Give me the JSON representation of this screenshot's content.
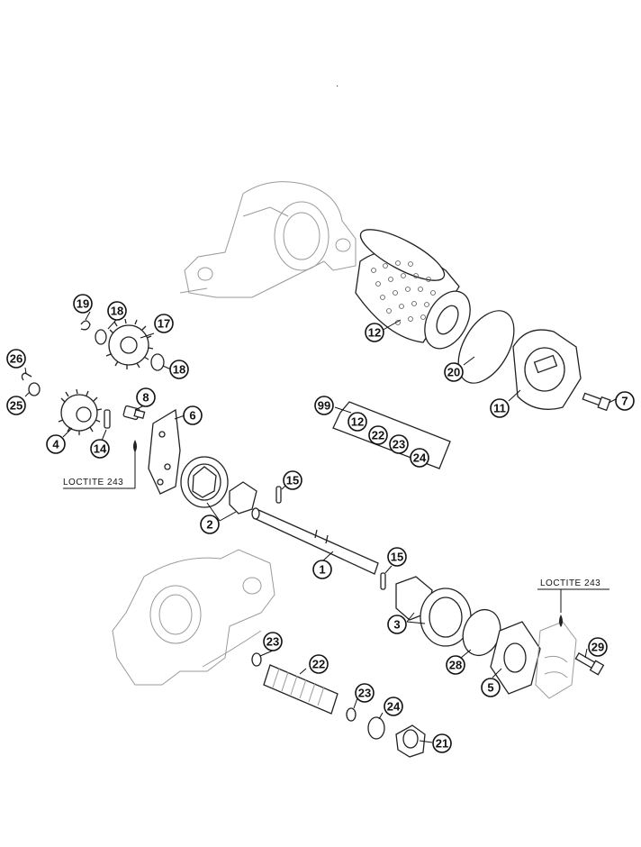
{
  "diagram": {
    "callouts": [
      "1",
      "2",
      "3",
      "4",
      "5",
      "6",
      "7",
      "8",
      "11",
      "12",
      "14",
      "15",
      "15",
      "17",
      "18",
      "18",
      "19",
      "20",
      "21",
      "22",
      "22",
      "23",
      "23",
      "23",
      "24",
      "24",
      "25",
      "26",
      "28",
      "29",
      "99",
      "12"
    ],
    "notes": [
      "LOCTITE 243",
      "LOCTITE 243"
    ],
    "stray_mark": "·"
  }
}
